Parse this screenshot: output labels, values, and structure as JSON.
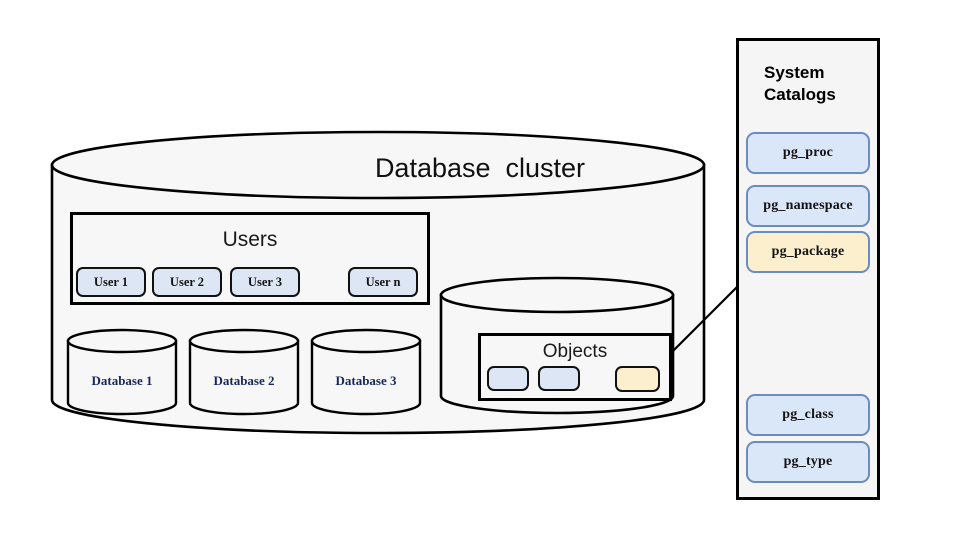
{
  "diagram": {
    "cluster": {
      "title": "Database  cluster",
      "users_section": {
        "heading": "Users",
        "chips": [
          {
            "label": "User 1",
            "color": "blue"
          },
          {
            "label": "User 2",
            "color": "blue"
          },
          {
            "label": "User 3",
            "color": "blue"
          },
          {
            "label": "User n",
            "color": "blue"
          }
        ]
      },
      "databases": [
        {
          "label": "Database 1"
        },
        {
          "label": "Database 2"
        },
        {
          "label": "Database 3"
        }
      ],
      "objects_section": {
        "heading": "Objects",
        "chips": [
          {
            "label": "",
            "color": "blue"
          },
          {
            "label": "",
            "color": "blue"
          },
          {
            "label": "",
            "color": "yellow"
          }
        ]
      }
    },
    "system_catalogs": {
      "title": "System\nCatalogs",
      "items": [
        {
          "label": "pg_proc",
          "color": "blue"
        },
        {
          "label": "pg_namespace",
          "color": "blue"
        },
        {
          "label": "pg_package",
          "color": "yellow"
        },
        {
          "label": "pg_class",
          "color": "blue"
        },
        {
          "label": "pg_type",
          "color": "blue"
        }
      ]
    },
    "connector": {
      "from": "objects-chip-highlighted",
      "to": "catalog-item-pg_package"
    },
    "colors": {
      "chip_blue": "#dce6f5",
      "chip_yellow": "#fcefcd",
      "catalog_border": "#6b8bc4",
      "cylinder_fill": "#f7f7f7",
      "stroke": "#000000",
      "db_label": "#17275c"
    }
  }
}
